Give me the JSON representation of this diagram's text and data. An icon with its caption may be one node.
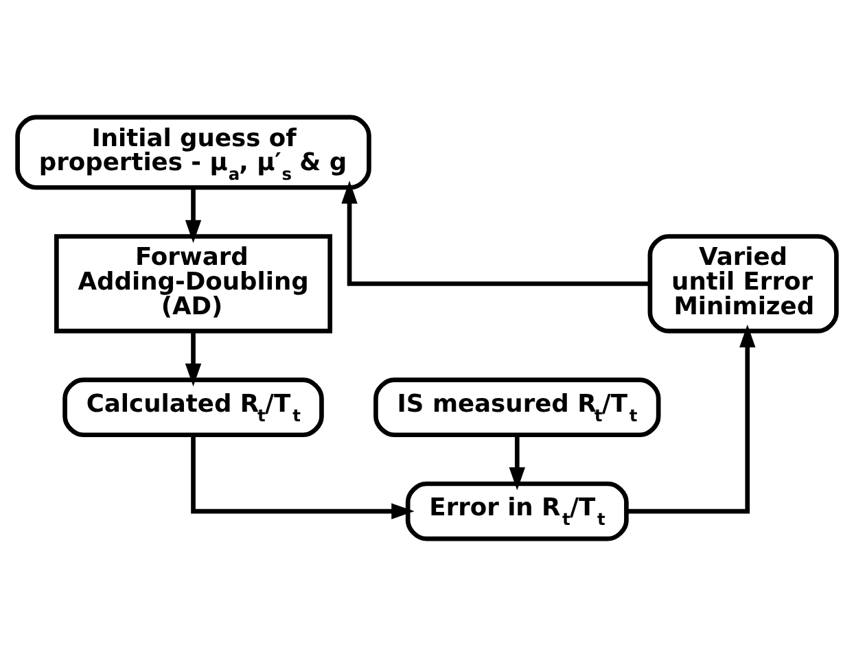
{
  "diagram": {
    "nodes": [
      {
        "text": [
          "Initial guess of properties - μ$_{a}$, μ′$_{s}$ & g"
        ]
      },
      {
        "text": [
          "Forward Adding-Doubling (AD)"
        ]
      },
      {
        "text": [
          "IS measured R$_{t}$/T$_{t}$"
        ]
      },
      {
        "text": [
          "Calculated R$_{t}$/T$_{t}$"
        ]
      },
      {
        "text": [
          "Error in R$_{t}$/T$_{t}$"
        ]
      },
      {
        "text": [
          "Varied until Error Minimized"
        ]
      }
    ],
    "edges": [
      {
        "from": 0,
        "to": 1,
        "arrow": "to"
      },
      {
        "from": 1,
        "to": 3,
        "arrow": "to"
      },
      {
        "from": 2,
        "to": 4,
        "arrow": "to"
      },
      {
        "from": 3,
        "to": 4,
        "arrow": "to"
      },
      {
        "from": 4,
        "to": 5,
        "arrow": "to"
      },
      {
        "from": 5,
        "to": 0,
        "arrow": "to"
      }
    ]
  }
}
